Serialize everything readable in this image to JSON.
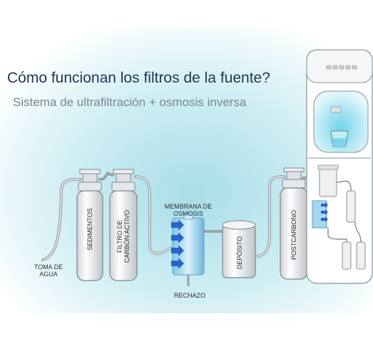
{
  "title": "Cómo funcionan los filtros de la fuente?",
  "subtitle": "Sistema de ultrafiltración + osmosis inversa",
  "labels": {
    "toma_de_agua_line1": "TOMA DE",
    "toma_de_agua_line2": "AGUA",
    "sedimentos": "SEDIMENTOS",
    "carbon_line1": "FILTRO DE",
    "carbon_line2": "CARBÓN ACTIVO",
    "membrana_line1": "MEMBRANA DE",
    "membrana_line2": "OSMOSIS",
    "rechazo": "RECHAZO",
    "deposito": "DEPÓSITO",
    "postcarbono": "POSTCARBONO"
  },
  "colors": {
    "title": "#1f3552",
    "subtitle": "#7a8590",
    "background_gradient": "#bfe4ec",
    "filter_body": "#f2f3f4",
    "flow_arrow": "#2a63c6",
    "dispenser_glow": "#9fe0ee"
  },
  "icons": [
    "flow-arrow-icon",
    "water-glass-icon",
    "indicator-light-icon"
  ]
}
